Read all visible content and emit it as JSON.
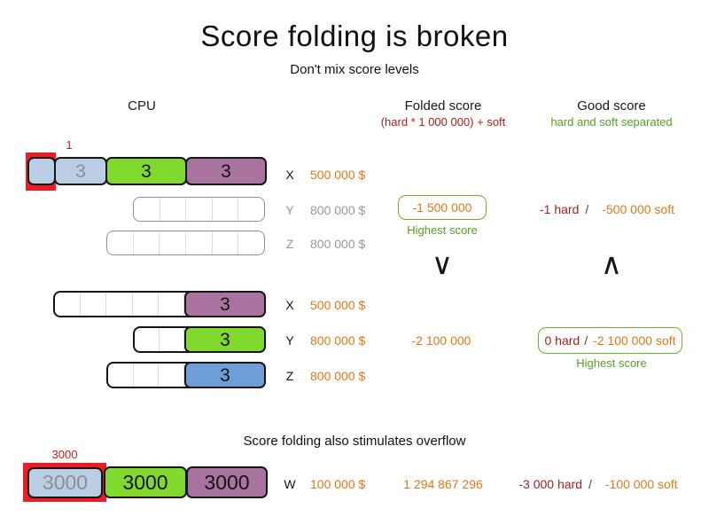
{
  "title": "Score folding is broken",
  "subtitle": "Don't mix score levels",
  "colors": {
    "accent_red": "#b01c1c",
    "highlight_red": "#ec1c24",
    "accent_green": "#54a21e",
    "money_orange": "#e07818",
    "segment_light_blue": "#b9cde4",
    "segment_green": "#82d92d",
    "segment_purple": "#a8739e",
    "segment_blue": "#6d9ed6"
  },
  "header": {
    "cpu": "CPU",
    "folded": "Folded score",
    "folded_sub": "(hard * 1 000 000) + soft",
    "good": "Good score",
    "good_sub": "hard and soft separated"
  },
  "broken": {
    "x": {
      "name": "X",
      "cost": "500 000 $",
      "overflow": "1",
      "seg_blue": "3",
      "seg_green": "3",
      "seg_purple": "3"
    },
    "y": {
      "name": "Y",
      "cost": "800 000 $",
      "folded": "-1 500 000",
      "folded_note": "Highest score",
      "hard": "-1 hard",
      "slash": "/",
      "soft": "-500 000 soft"
    },
    "z": {
      "name": "Z",
      "cost": "800 000 $"
    }
  },
  "compare": {
    "folded": "∨",
    "good": "∧"
  },
  "good": {
    "x": {
      "name": "X",
      "cost": "500 000 $",
      "seg": "3"
    },
    "y": {
      "name": "Y",
      "cost": "800 000 $",
      "folded": "-2 100 000",
      "seg": "3",
      "hard": "0 hard",
      "slash": "/",
      "soft": "-2 100 000 soft",
      "note": "Highest score"
    },
    "z": {
      "name": "Z",
      "cost": "800 000 $",
      "seg": "3"
    }
  },
  "overflow": {
    "heading": "Score folding also stimulates overflow",
    "marker": "3000",
    "w": {
      "name": "W",
      "cost": "100 000 $",
      "folded": "1 294 867 296",
      "hard": "-3 000 hard",
      "slash": "/",
      "soft": "-100 000 soft",
      "seg_blue": "3000",
      "seg_green": "3000",
      "seg_purple": "3000"
    }
  }
}
